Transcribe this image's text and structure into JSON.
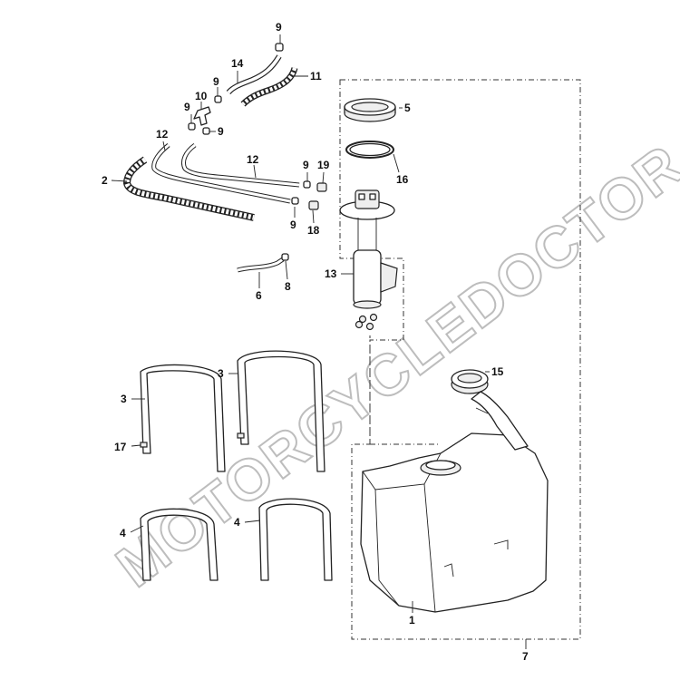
{
  "watermark": "MOTORCYCLEDOCTOR",
  "callouts": {
    "c1": "1",
    "c2": "2",
    "c3a": "3",
    "c3b": "3",
    "c4a": "4",
    "c4b": "4",
    "c5": "5",
    "c6": "6",
    "c7": "7",
    "c8": "8",
    "c9a": "9",
    "c9b": "9",
    "c9c": "9",
    "c9d": "9",
    "c9e": "9",
    "c9f": "9",
    "c10": "10",
    "c11": "11",
    "c12a": "12",
    "c12b": "12",
    "c13": "13",
    "c14": "14",
    "c15": "15",
    "c16": "16",
    "c17": "17",
    "c18": "18",
    "c19": "19"
  }
}
